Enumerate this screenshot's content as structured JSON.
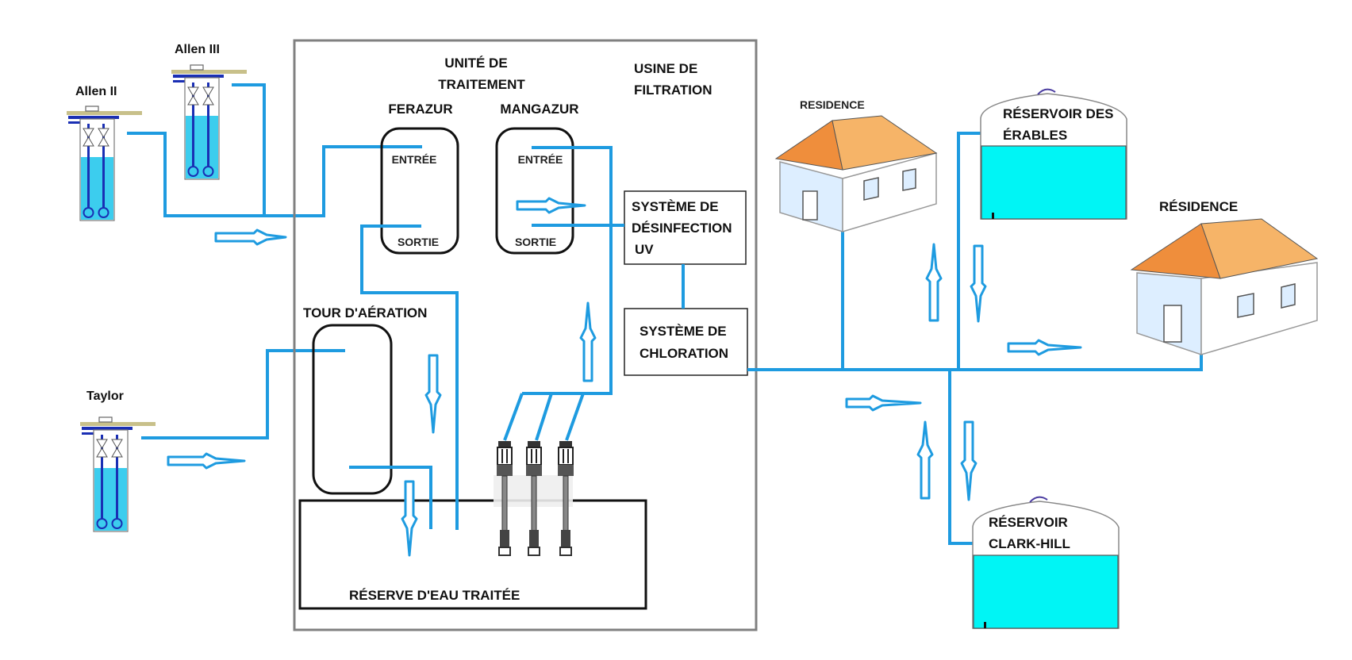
{
  "diagram": {
    "title": "Water treatment and distribution system",
    "colors": {
      "pipe": "#1e9be0",
      "water": "#00f5f5",
      "well_water": "#3ccdee",
      "roof_dark": "#ef8e3c",
      "roof_light": "#f6b468",
      "wall": "#ddeeff",
      "frame": "#808080"
    },
    "wells": [
      {
        "id": "allen-ii",
        "label": "Allen II"
      },
      {
        "id": "allen-iii",
        "label": "Allen III"
      },
      {
        "id": "taylor",
        "label": "Taylor"
      }
    ],
    "plant": {
      "label_line1": "USINE DE",
      "label_line2": "FILTRATION",
      "treatment_unit": {
        "line1": "UNITÉ DE",
        "line2": "TRAITEMENT"
      },
      "filters": [
        {
          "id": "ferazur",
          "label": "FERAZUR",
          "inlet": "ENTRÉE",
          "outlet": "SORTIE"
        },
        {
          "id": "mangazur",
          "label": "MANGAZUR",
          "inlet": "ENTRÉE",
          "outlet": "SORTIE"
        }
      ],
      "uv_system": {
        "line1": "SYSTÈME DE",
        "line2": "DÉSINFECTION",
        "line3": "UV"
      },
      "chlorination": {
        "line1": "SYSTÈME DE",
        "line2": "CHLORATION"
      },
      "aeration_tower": "TOUR D'AÉRATION",
      "treated_reserve": "RÉSERVE D'EAU TRAITÉE"
    },
    "distribution": {
      "residence_1": "RESIDENCE",
      "residence_2": "RÉSIDENCE",
      "reservoir_erables": {
        "line1": "RÉSERVOIR DES",
        "line2": "ÉRABLES"
      },
      "reservoir_clark_hill": {
        "line1": "RÉSERVOIR",
        "line2": "CLARK-HILL"
      }
    }
  }
}
